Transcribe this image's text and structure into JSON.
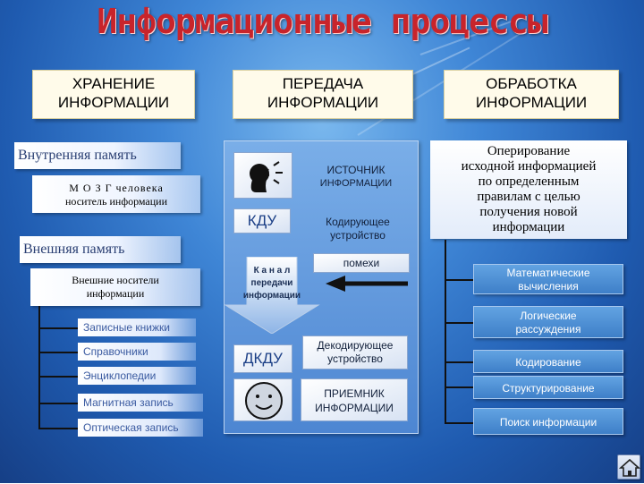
{
  "title": "Информационные процессы",
  "headers": {
    "storage": [
      "ХРАНЕНИЕ",
      "ИНФОРМАЦИИ"
    ],
    "transfer": [
      "ПЕРЕДАЧА",
      "ИНФОРМАЦИИ"
    ],
    "processing": [
      "ОБРАБОТКА",
      "ИНФОРМАЦИИ"
    ]
  },
  "storage": {
    "internal_memory": "Внутренняя  память",
    "brain_text": [
      "М О З Г  человека",
      "носитель  информации"
    ],
    "external_memory": "Внешняя  память",
    "external_carriers": [
      "Внешние  носители",
      "информации"
    ],
    "items": [
      "Записные  книжки",
      "Справочники",
      "Энциклопедии",
      "Магнитная  запись",
      "Оптическая  запись"
    ]
  },
  "transfer": {
    "source": [
      "ИСТОЧНИК",
      "ИНФОРМАЦИИ"
    ],
    "kdu": "КДУ",
    "encoder": [
      "Кодирующее",
      "устройство"
    ],
    "noise": "помехи",
    "channel": [
      "К а н а л",
      "передачи",
      "информации"
    ],
    "dkdu": "ДКДУ",
    "decoder": [
      "Декодирующее",
      "устройство"
    ],
    "receiver": [
      "ПРИЕМНИК",
      "ИНФОРМАЦИИ"
    ]
  },
  "processing": {
    "description": [
      "Оперирование",
      "исходной  информацией",
      "по  определенным",
      "правилам  с  целью",
      "получения  новой",
      "информации"
    ],
    "items": [
      [
        "Математические",
        "вычисления"
      ],
      [
        "Логические",
        "рассуждения"
      ],
      [
        "Кодирование"
      ],
      [
        "Структурирование"
      ],
      [
        "Поиск  информации"
      ]
    ]
  },
  "icons": {
    "speaker": "speaker-icon",
    "smiley": "smiley-face-icon",
    "home": "home-icon",
    "arrow_left": "arrow-left-icon",
    "arrow_down": "channel-down-arrow-icon"
  },
  "colors": {
    "title": "#c8242b",
    "background": "#3f86d6"
  }
}
